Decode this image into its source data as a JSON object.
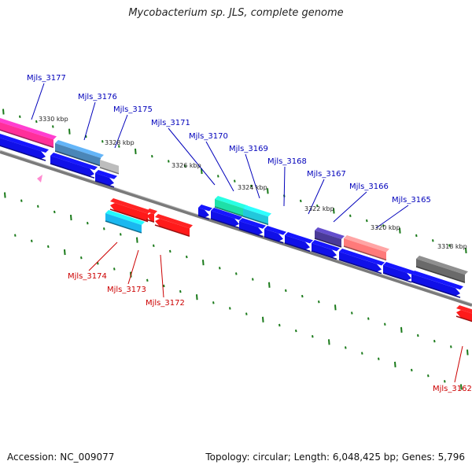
{
  "title": "Mycobacterium sp. JLS, complete genome",
  "accession": "Accession: NC_009077",
  "summary": "Topology: circular; Length: 6,048,425 bp; Genes: 5,796",
  "colors": {
    "forward_label": "#0000bb",
    "reverse_label": "#cc0000",
    "backbone": "#7a7a7a",
    "tick": "#1a7a1a"
  },
  "kbp_labels": [
    "3330 kbp",
    "3328 kbp",
    "3326 kbp",
    "3324 kbp",
    "3322 kbp",
    "3320 kbp",
    "3318 kbp"
  ],
  "forward_genes": [
    "Mjls_3177",
    "Mjls_3176",
    "Mjls_3175",
    "Mjls_3171",
    "Mjls_3170",
    "Mjls_3169",
    "Mjls_3168",
    "Mjls_3167",
    "Mjls_3166",
    "Mjls_3165"
  ],
  "reverse_genes": [
    "Mjls_3174",
    "Mjls_3173",
    "Mjls_3172",
    "Mjls_3162"
  ]
}
